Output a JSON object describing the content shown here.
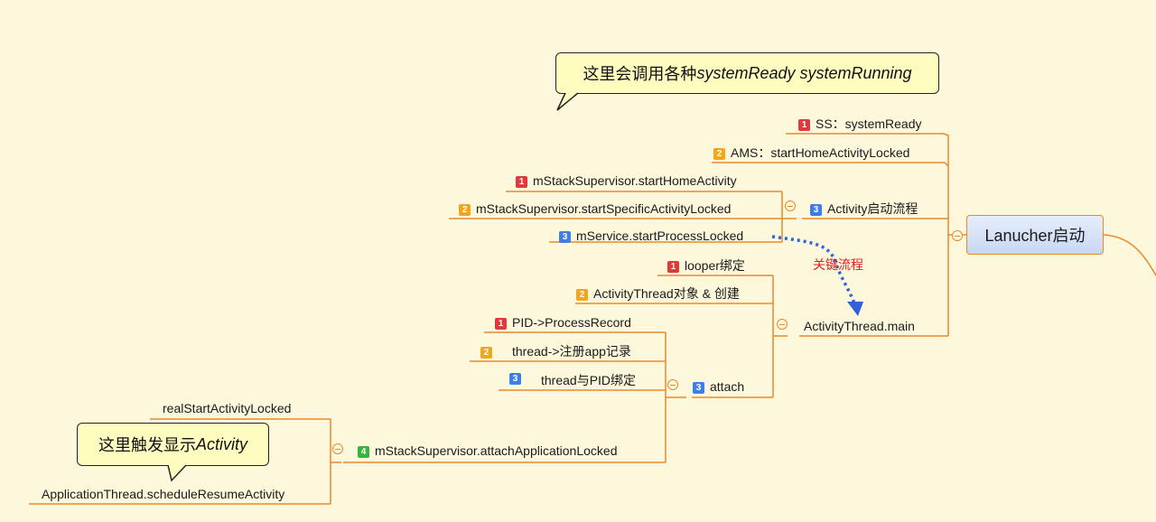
{
  "root": {
    "label": "Lanucher启动"
  },
  "callouts": {
    "top": {
      "prefix": "这里会调用各种 ",
      "italic": "systemReady systemRunning"
    },
    "bottom": {
      "prefix": "这里触发显示",
      "italic": "Activity"
    }
  },
  "key_flow_label": "关键流程",
  "nodes": {
    "ss_system_ready": {
      "badge": "1",
      "text": "SS：systemReady"
    },
    "ams_start_home": {
      "badge": "2",
      "text": "AMS：startHomeActivityLocked"
    },
    "activity_flow": {
      "badge": "3",
      "text": "Activity启动流程"
    },
    "start_home_activity": {
      "badge": "1",
      "text": "mStackSupervisor.startHomeActivity"
    },
    "start_specific_activity": {
      "badge": "2",
      "text": "mStackSupervisor.startSpecificActivityLocked"
    },
    "start_process_locked": {
      "badge": "3",
      "text": "mService.startProcessLocked"
    },
    "activity_thread_main": {
      "text": "ActivityThread.main"
    },
    "looper_bind": {
      "badge": "1",
      "text": "looper绑定"
    },
    "activity_thread_create": {
      "badge": "2",
      "text": "ActivityThread对象 & 创建"
    },
    "attach": {
      "badge": "3",
      "text": "attach"
    },
    "pid_process_record": {
      "badge": "1",
      "text": "PID->ProcessRecord"
    },
    "thread_register_app": {
      "badge": "2",
      "text": "thread->注册app记录"
    },
    "thread_pid_bind": {
      "badge": "3",
      "text": "thread与PID绑定"
    },
    "attach_application_locked": {
      "badge": "4",
      "text": "mStackSupervisor.attachApplicationLocked"
    },
    "real_start_activity": {
      "text": "realStartActivityLocked"
    },
    "schedule_resume_activity": {
      "text": "ApplicationThread.scheduleResumeActivity"
    }
  },
  "colors": {
    "background": "#fdf8dc",
    "branch": "#e8892b",
    "priority_1": "#e0393b",
    "priority_2": "#f3a51b",
    "priority_3": "#3f7ee8",
    "priority_4": "#35b53b",
    "key_arrow": "#2e62d9",
    "key_label": "#e0201e"
  }
}
